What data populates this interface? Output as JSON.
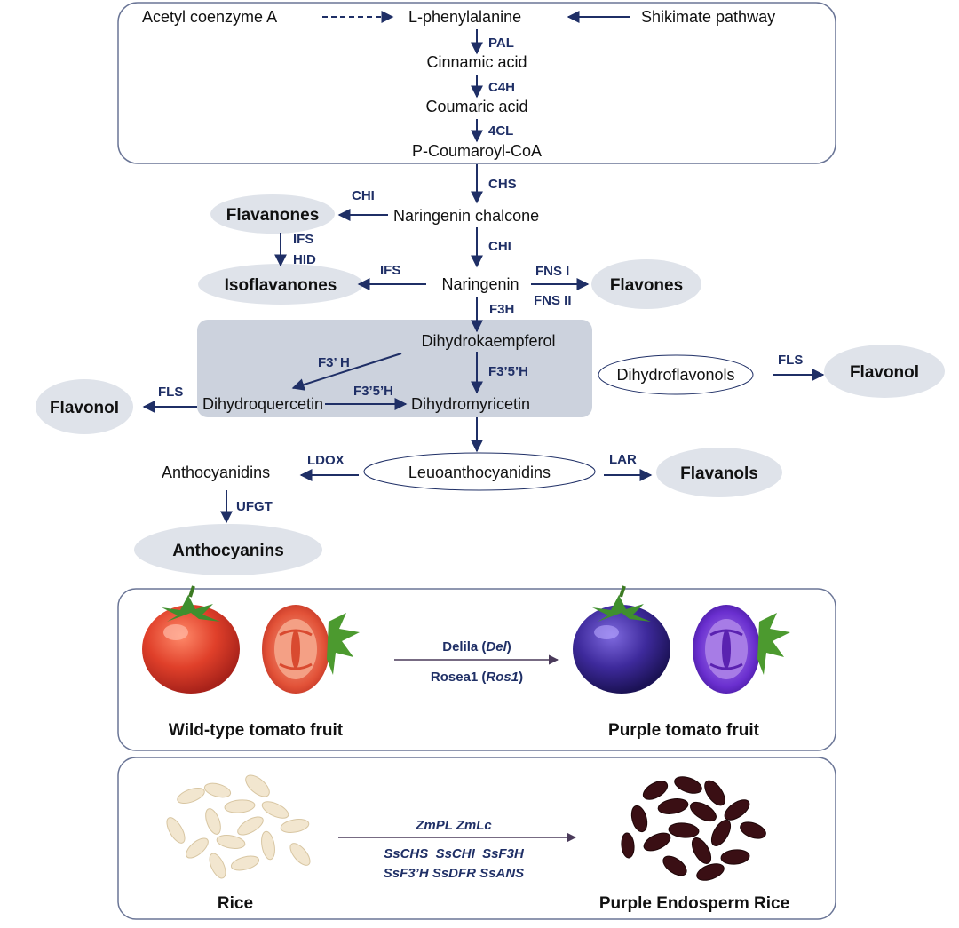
{
  "colors": {
    "arrow": "#1f2f66",
    "box_border": "#6a7596",
    "ellipse_fill": "#dfe3ea",
    "highlight_fill": "#ccd2dd",
    "transgene_arrow": "#4a3a5a"
  },
  "pathway": {
    "acetyl_coa": "Acetyl coenzyme A",
    "phenylalanine": "L-phenylalanine",
    "shikimate": "Shikimate pathway",
    "pal": "PAL",
    "cinnamic": "Cinnamic acid",
    "c4h": "C4H",
    "coumaric": "Coumaric acid",
    "fourcl": "4CL",
    "coumaroyl": "P-Coumaroyl-CoA",
    "chs": "CHS",
    "chi_upper": "CHI",
    "flavanones": "Flavanones",
    "naringenin_chalcone": "Naringenin chalcone",
    "chi_lower": "CHI",
    "ifs_down": "IFS",
    "hid": "HID",
    "isoflavanones": "Isoflavanones",
    "ifs_left": "IFS",
    "naringenin": "Naringenin",
    "fns1": "FNS I",
    "fns2": "FNS II",
    "flavones": "Flavones",
    "f3h": "F3H",
    "dihydrokaempferol": "Dihydrokaempferol",
    "f3h_prime": "F3’ H",
    "f35h_down": "F3’5’H",
    "dihydroquercetin": "Dihydroquercetin",
    "f35h_right": "F3’5’H",
    "dihydromyricetin": "Dihydromyricetin",
    "fls_left": "FLS",
    "flavonol_left": "Flavonol",
    "dihydroflavonols": "Dihydroflavonols",
    "fls_right": "FLS",
    "flavonol_right": "Flavonol",
    "ldox": "LDOX",
    "anthocyanidins": "Anthocyanidins",
    "leucoanthocyanidins": "Leuoanthocyanidins",
    "lar": "LAR",
    "flavanols": "Flavanols",
    "ufgt": "UFGT",
    "anthocyanins": "Anthocyanins"
  },
  "tomato_panel": {
    "gene1_name": "Delila (",
    "gene1_symbol": "Del",
    "gene1_close": ")",
    "gene2_name": "Rosea1 (",
    "gene2_symbol": "Ros1",
    "gene2_close": ")",
    "wild_label": "Wild-type tomato fruit",
    "purple_label": "Purple tomato fruit"
  },
  "rice_panel": {
    "genes_line1": "ZmPL ZmLc",
    "genes_line2": "SsCHS  SsCHI  SsF3H",
    "genes_line3": "SsF3’H SsDFR SsANS",
    "rice_label": "Rice",
    "purple_label": "Purple Endosperm Rice"
  }
}
